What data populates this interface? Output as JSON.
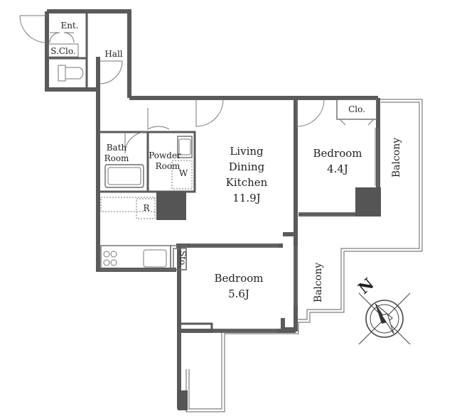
{
  "rooms": {
    "entrance": "Ent.",
    "shoe_closet": "S.Clo.",
    "hall": "Hall",
    "bath_line1": "Bath",
    "bath_line2": "Room",
    "powder_line1": "Powder",
    "powder_line2": "Room",
    "washer": "W",
    "fridge": "R",
    "ldk_line1": "Living",
    "ldk_line2": "Dining",
    "ldk_line3": "Kitchen",
    "ldk_size": "11.9J",
    "bedroom_small": "Bedroom",
    "bedroom_small_size": "4.4J",
    "closet": "Clo.",
    "storage": "Sto.",
    "bedroom_large": "Bedroom",
    "bedroom_large_size": "5.6J",
    "balcony_right": "Balcony",
    "balcony_middle": "Balcony"
  },
  "compass": {
    "north_label": "N"
  },
  "colors": {
    "wall": "#5a5a5a",
    "pillar": "#555555",
    "line": "#6a6a6a"
  }
}
